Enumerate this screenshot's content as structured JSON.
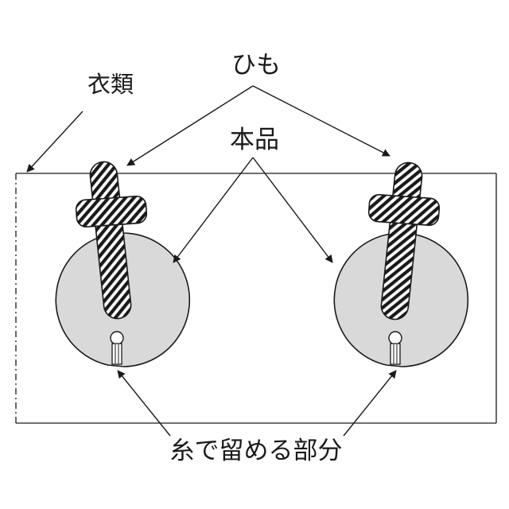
{
  "labels": {
    "clothing": "衣類",
    "string": "ひも",
    "product": "本品",
    "thread_part": "糸で留める部分"
  },
  "colors": {
    "line": "#1a1a1a",
    "disc_fill": "#d9d9d9",
    "background": "#ffffff"
  }
}
